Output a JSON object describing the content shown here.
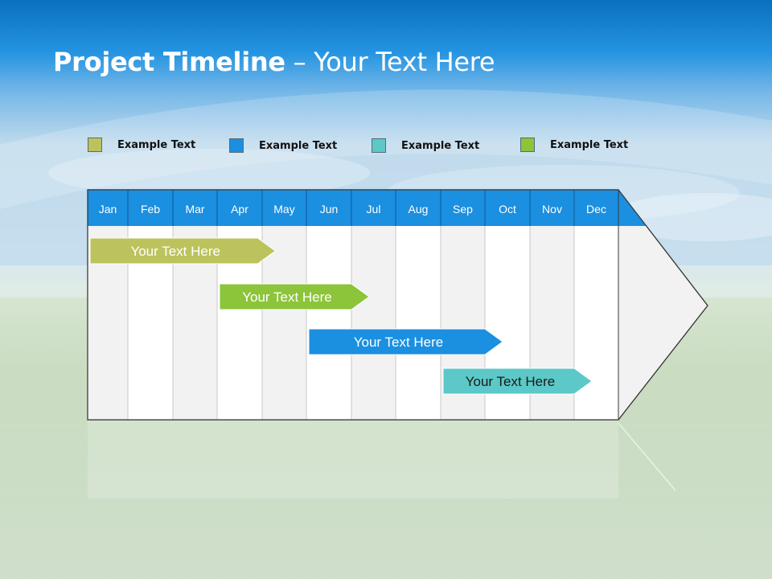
{
  "title": {
    "bold": "Project Timeline",
    "rest": " – Your Text Here"
  },
  "legend": [
    {
      "label": "Example Text",
      "color": "#bcc35c"
    },
    {
      "label": "Example Text",
      "color": "#1b8fe0"
    },
    {
      "label": "Example Text",
      "color": "#5cc8c8"
    },
    {
      "label": "Example Text",
      "color": "#8cc43a"
    }
  ],
  "months": [
    "Jan",
    "Feb",
    "Mar",
    "Apr",
    "May",
    "Jun",
    "Jul",
    "Aug",
    "Sep",
    "Oct",
    "Nov",
    "Dec"
  ],
  "tasks": [
    {
      "label": "Your  Text Here",
      "color": "#bcc35c",
      "start_month": 1,
      "end_month": 4.9
    },
    {
      "label": "Your  Text Here",
      "color": "#8cc43a",
      "start_month": 4.0,
      "end_month": 7.0
    },
    {
      "label": "Your  Text Here",
      "color": "#1b8fe0",
      "start_month": 6.0,
      "end_month": 10.0
    },
    {
      "label": "Your  Text Here",
      "color": "#5cc8c8",
      "start_month": 9.0,
      "end_month": 12.0
    }
  ],
  "colors": {
    "header": "#1b8fe0",
    "sky_top": "#0f7fd0",
    "grass": "#9cc088"
  }
}
